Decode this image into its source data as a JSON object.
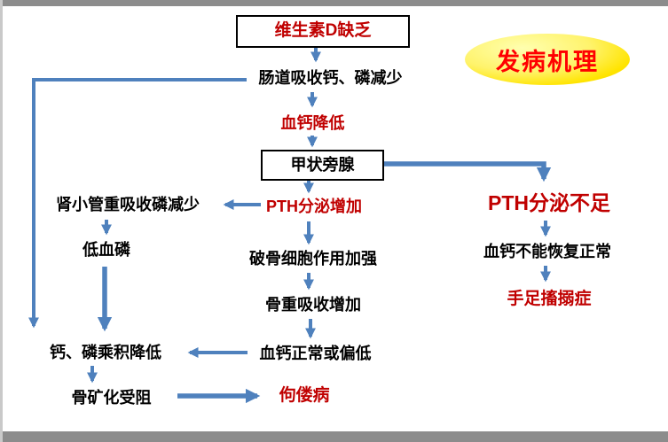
{
  "slide": {
    "badge": "发病机理",
    "nodes": {
      "vitd": "维生素D缺乏",
      "intestine": "肠道吸收钙、磷减少",
      "lowca": "血钙降低",
      "parathyroid": "甲状旁腺",
      "pth_up": "PTH分泌增加",
      "pth_low": "PTH分泌不足",
      "renal": "肾小管重吸收磷减少",
      "lowp": "低血磷",
      "osteoclast": "破骨细胞作用加强",
      "bone_resorb": "骨重吸收增加",
      "ca_normal": "血钙正常或偏低",
      "cap_product": "钙、磷乘积降低",
      "mineral": "骨矿化受阻",
      "rickets": "佝偻病",
      "ca_no_recover": "血钙不能恢复正常",
      "tetany": "手足搐搦症"
    },
    "colors": {
      "arrow_blue": "#4f81bd",
      "text_red": "#c00000",
      "badge_text_red": "#ff0000",
      "badge_yellow": "#ffe400",
      "border_black": "#000000",
      "frame_grey": "#8c8c8c"
    }
  }
}
